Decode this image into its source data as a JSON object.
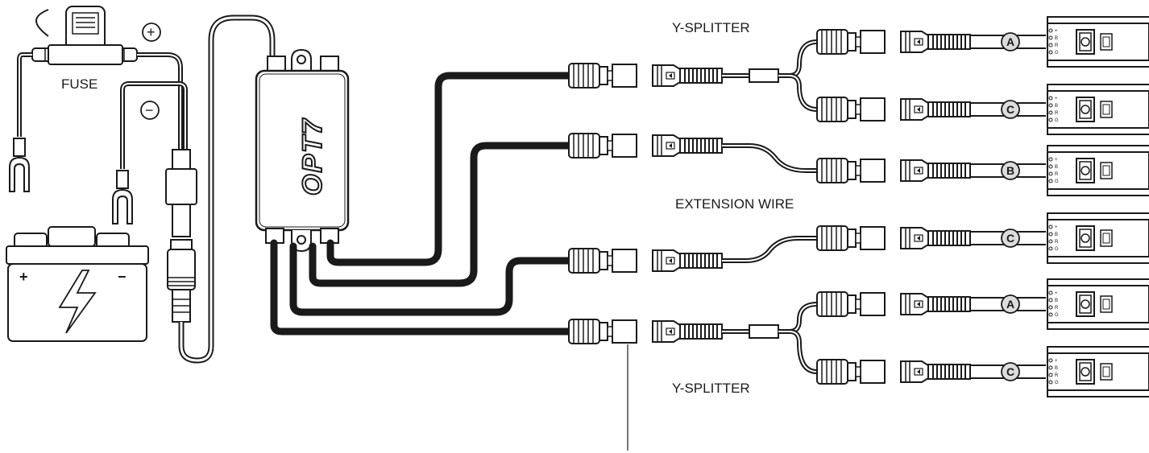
{
  "labels": {
    "fuse": "FUSE",
    "plus": "+",
    "minus": "−",
    "splitter_top": "Y-SPLITTER",
    "splitter_bottom": "Y-SPLITTER",
    "extension": "EXTENSION WIRE",
    "brand": "OPT7"
  },
  "battery": {
    "plus": "+",
    "minus": "−"
  },
  "strips": [
    {
      "badge": "A"
    },
    {
      "badge": "C"
    },
    {
      "badge": "B"
    },
    {
      "badge": "C"
    },
    {
      "badge": "A"
    },
    {
      "badge": "C"
    }
  ],
  "strip_pins": [
    "+",
    "B",
    "R",
    "G"
  ],
  "colors": {
    "wire": "#1a1a1a",
    "badge_fill": "#dcdcdc",
    "line": "#1a1a1a"
  }
}
